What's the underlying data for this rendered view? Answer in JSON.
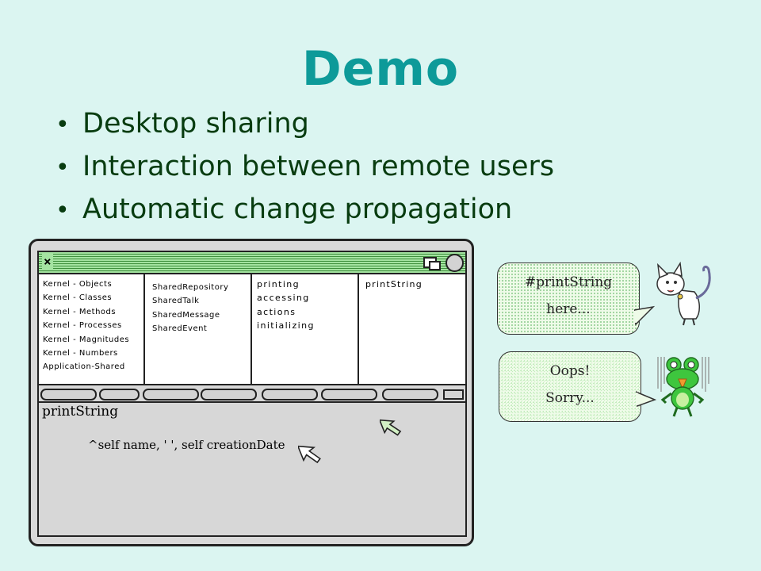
{
  "slide": {
    "title": "Demo",
    "bullets": [
      "Desktop sharing",
      "Interaction between remote users",
      "Automatic change propagation"
    ]
  },
  "browser": {
    "close_glyph": "×",
    "categories": [
      "Kernel - Objects",
      "Kernel - Classes",
      "Kernel - Methods",
      "Kernel - Processes",
      "Kernel - Magnitudes",
      "Kernel - Numbers",
      "Application-Shared"
    ],
    "classes": [
      "SharedRepository",
      "SharedTalk",
      "SharedMessage",
      "SharedEvent"
    ],
    "protocols": [
      "printing",
      "accessing",
      "actions",
      "initializing"
    ],
    "methods": [
      "printString"
    ],
    "code_selector": "printString",
    "code_body": "^self name, ' ', self creationDate"
  },
  "balloons": {
    "cat": {
      "line1": "#printString",
      "line2": "here..."
    },
    "frog": {
      "line1": "Oops!",
      "line2": "Sorry..."
    }
  },
  "colors": {
    "background": "#dbf5f1",
    "title": "#0d9a99",
    "bullet_text": "#083c10",
    "titlebar_green": "#a4e3a1"
  }
}
